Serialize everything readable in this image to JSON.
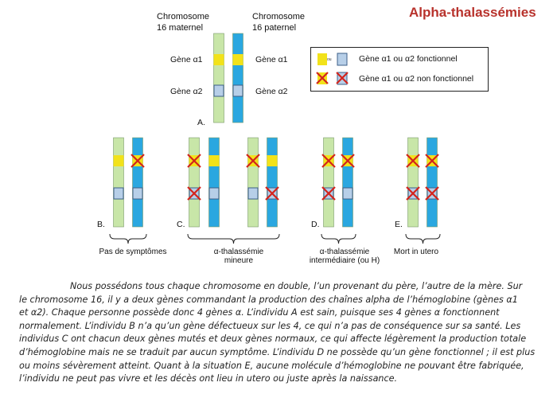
{
  "title": "Alpha-thalassémies",
  "top": {
    "maternal_label": [
      "Chromosome",
      "16 maternel"
    ],
    "paternal_label": [
      "Chromosome",
      "16 paternel"
    ],
    "gene_a1": "Gène α1",
    "gene_a2": "Gène α2",
    "letter": "A."
  },
  "legend": {
    "functional": "Gène α1 ou α2 fonctionnel",
    "nonfunctional": "Gène α1 ou α2 non fonctionnel",
    "ou_label": "ou"
  },
  "cases": [
    {
      "letter": "B.",
      "caption": [
        "Pas de symptômes"
      ]
    },
    {
      "letter": "C.",
      "caption": [
        "α-thalassémie",
        "mineure"
      ]
    },
    {
      "letter": "D.",
      "caption": [
        "α-thalassémie",
        "intermédiaire (ou H)"
      ]
    },
    {
      "letter": "E.",
      "caption": [
        "Mort in utero"
      ]
    }
  ],
  "colors": {
    "green_chromosome": "#c8e6a8",
    "blue_chromosome": "#2aa7e0",
    "gene_a1": "#f2e21a",
    "gene_a2_box": "#b7cfe8",
    "cross": "#d3241c",
    "title": "#b8322c"
  },
  "paragraph": [
    "Nous possédons tous chaque chromosome en double, l’un provenant du père, l’autre de la mère. Sur",
    "le chromosome 16, il y a deux gènes commandant la production des chaînes alpha de l’hémoglobine (gènes α1",
    "et α2). Chaque personne possède donc 4 gènes α. L’individu A est sain, puisque ses 4 gènes α fonctionnent",
    "normalement. L’individu B n’a qu’un gène défectueux sur les 4, ce qui n’a pas de conséquence sur sa santé. Les",
    "individus C ont chacun deux gènes mutés et deux gènes normaux, ce qui affecte légèrement la production totale",
    "d’hémoglobine mais ne se traduit par aucun symptôme. L’individu D ne possède qu’un gène fonctionnel ; il est plus",
    "ou moins sévèrement atteint. Quant à la situation E, aucune molécule d’hémoglobine ne pouvant être fabriquée,",
    "l’individu ne peut pas vivre et les décès ont lieu in utero ou juste après la naissance."
  ]
}
